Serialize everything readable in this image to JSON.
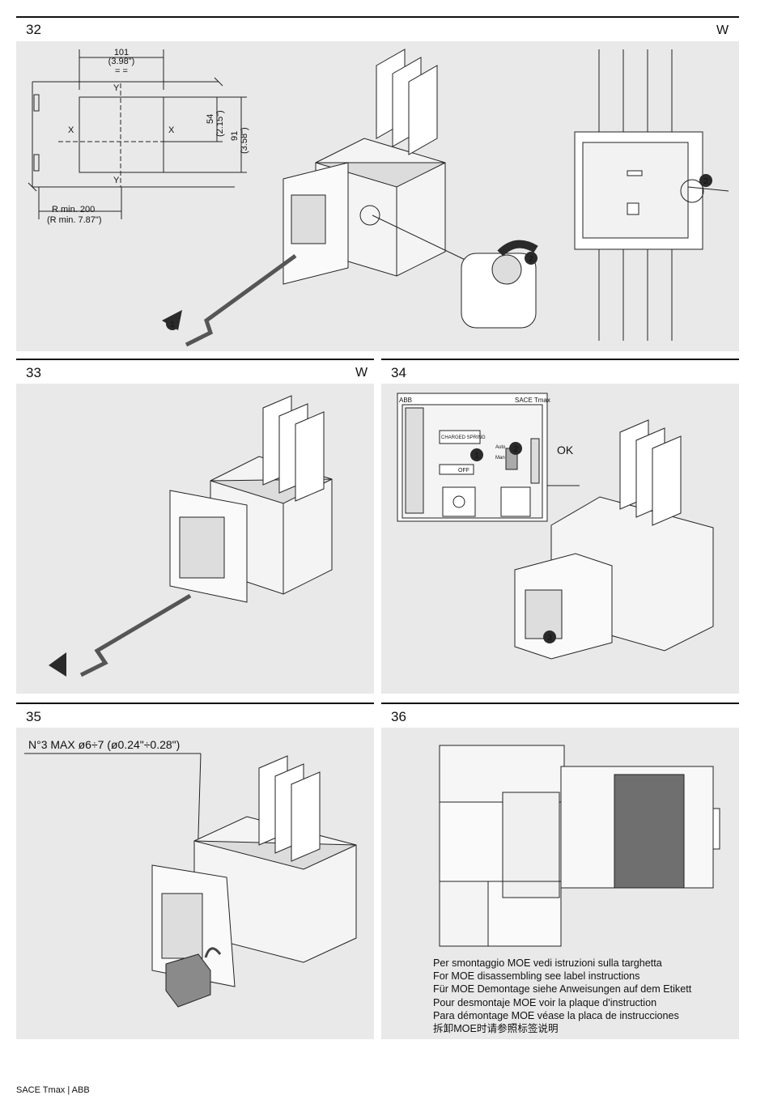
{
  "figures": {
    "f32": {
      "number": "32",
      "mark": "W"
    },
    "f33": {
      "number": "33",
      "mark": "W"
    },
    "f34": {
      "number": "34",
      "ok_label": "OK"
    },
    "f35": {
      "number": "35",
      "note": "N°3 MAX ø6÷7 (ø0.24\"÷0.28\")"
    },
    "f36": {
      "number": "36"
    }
  },
  "drawing32": {
    "width_mm": "101",
    "width_in": "(3.98\")",
    "equal_marks": "=   =",
    "height1_mm": "54",
    "height1_in": "(2.15\")",
    "height2_mm": "91",
    "height2_in": "(3.58\")",
    "axis_x": "X",
    "axis_y": "Y",
    "radius_mm": "R min. 200",
    "radius_in": "(R min. 7.87\")",
    "step1": "1",
    "step2": "2"
  },
  "drawing34": {
    "brand": "ABB",
    "model": "SACE Tmax",
    "spring_label": "CHARGED SPRING",
    "off_label": "OFF",
    "auto_label": "Auto",
    "man_label": "Man",
    "step1": "1",
    "step2": "2",
    "step3": "3"
  },
  "moe_instructions": [
    "Per smontaggio MOE vedi istruzioni sulla targhetta",
    "For MOE disassembling see label instructions",
    "Für MOE Demontage siehe Anweisungen auf dem Etikett",
    "Pour desmontaje MOE voir la plaque d'instruction",
    "Para démontage MOE véase la placa de instrucciones",
    "拆卸MOE时请参照标签说明"
  ],
  "footer": {
    "text": "SACE Tmax | ABB"
  },
  "colors": {
    "panel_bg": "#e9e9e9",
    "line": "#111111",
    "arrow": "#2a2a2a"
  }
}
